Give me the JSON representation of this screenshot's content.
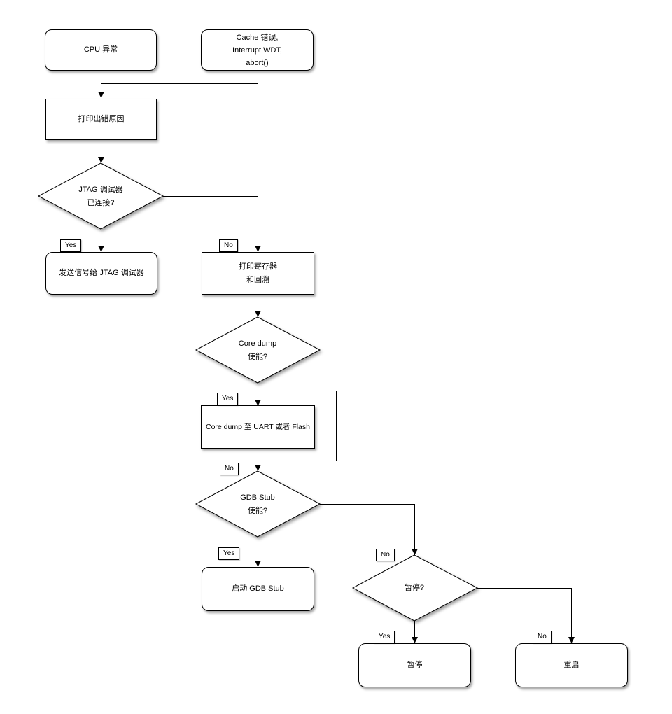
{
  "nodes": {
    "cpu_exception": {
      "lines": [
        "CPU 异常"
      ]
    },
    "cache_error": {
      "lines": [
        "Cache 错误,",
        "Interrupt WDT,",
        "abort()"
      ]
    },
    "print_reason": {
      "lines": [
        "打印出错原因"
      ]
    },
    "send_signal_jtag": {
      "lines": [
        "发送信号给 JTAG 调试器"
      ]
    },
    "print_registers": {
      "lines": [
        "打印寄存器",
        "和回溯"
      ]
    },
    "core_dump_write": {
      "lines": [
        "Core dump 至 UART 或者 Flash"
      ]
    },
    "start_gdb_stub": {
      "lines": [
        "启动 GDB Stub"
      ]
    },
    "halt": {
      "lines": [
        "暂停"
      ]
    },
    "reboot": {
      "lines": [
        "重启"
      ]
    }
  },
  "decisions": {
    "jtag_connected": {
      "lines": [
        "JTAG 调试器",
        "已连接?"
      ]
    },
    "core_dump_enabled": {
      "lines": [
        "Core dump",
        "使能?"
      ]
    },
    "gdb_stub_enabled": {
      "lines": [
        "GDB Stub",
        "使能?"
      ]
    },
    "halt_question": {
      "lines": [
        "暂停?"
      ]
    }
  },
  "edge_labels": {
    "jtag_yes": "Yes",
    "jtag_no": "No",
    "core_dump_yes": "Yes",
    "core_dump_no": "No",
    "gdb_yes": "Yes",
    "gdb_no": "No",
    "halt_yes": "Yes",
    "halt_no": "No"
  },
  "colors": {
    "shape_fill": "#ffffff",
    "shape_stroke": "#000000",
    "text": "#000000",
    "background": "#ffffff"
  }
}
